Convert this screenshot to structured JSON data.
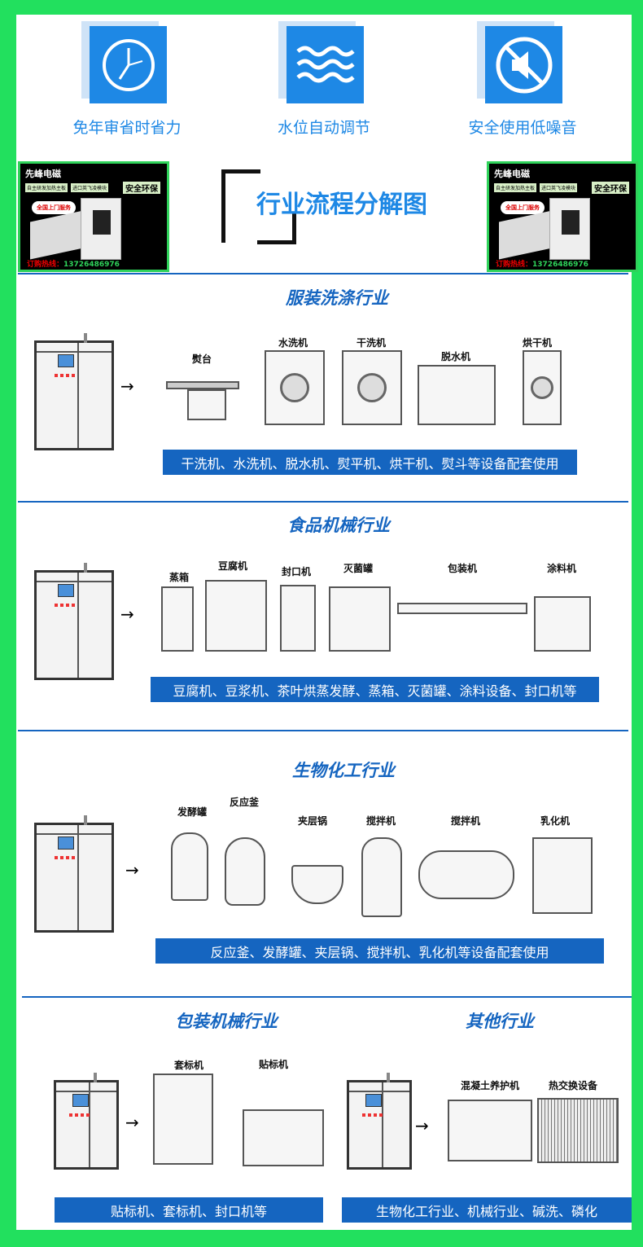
{
  "features": [
    {
      "icon": "clock-icon",
      "label": "免年审省时省力"
    },
    {
      "icon": "water-wave-icon",
      "label": "水位自动调节"
    },
    {
      "icon": "mute-speaker-icon",
      "label": "安全使用低噪音"
    }
  ],
  "ad": {
    "brand": "先峰电磁",
    "chip1": "自主研发加热主板",
    "chip2": "进口英飞凌模块",
    "safe": "安全环保",
    "service": "全国上门服务",
    "hotline_label": "订购热线：",
    "hotline": "13726486976"
  },
  "main_title": "行业流程分解图",
  "sections": [
    {
      "title": "服装洗涤行业",
      "machines": [
        "熨台",
        "水洗机",
        "干洗机",
        "脱水机",
        "烘干机"
      ],
      "caption": "干洗机、水洗机、脱水机、熨平机、烘干机、熨斗等设备配套使用"
    },
    {
      "title": "食品机械行业",
      "machines": [
        "蒸箱",
        "豆腐机",
        "封口机",
        "灭菌罐",
        "包装机",
        "涂料机"
      ],
      "caption": "豆腐机、豆浆机、茶叶烘蒸发酵、蒸箱、灭菌罐、涂料设备、封口机等"
    },
    {
      "title": "生物化工行业",
      "machines": [
        "发酵罐",
        "反应釜",
        "夹层锅",
        "搅拌机",
        "搅拌机",
        "乳化机"
      ],
      "caption": "反应釜、发酵罐、夹层锅、搅拌机、乳化机等设备配套使用"
    },
    {
      "title": "包装机械行业",
      "machines": [
        "套标机",
        "贴标机"
      ],
      "caption": "贴标机、套标机、封口机等"
    },
    {
      "title": "其他行业",
      "machines": [
        "混凝土养护机",
        "热交换设备"
      ],
      "caption": "生物化工行业、机械行业、碱洗、磷化"
    }
  ],
  "colors": {
    "border": "#22e05e",
    "blue": "#1e88e5",
    "dark_blue": "#1565c0"
  }
}
